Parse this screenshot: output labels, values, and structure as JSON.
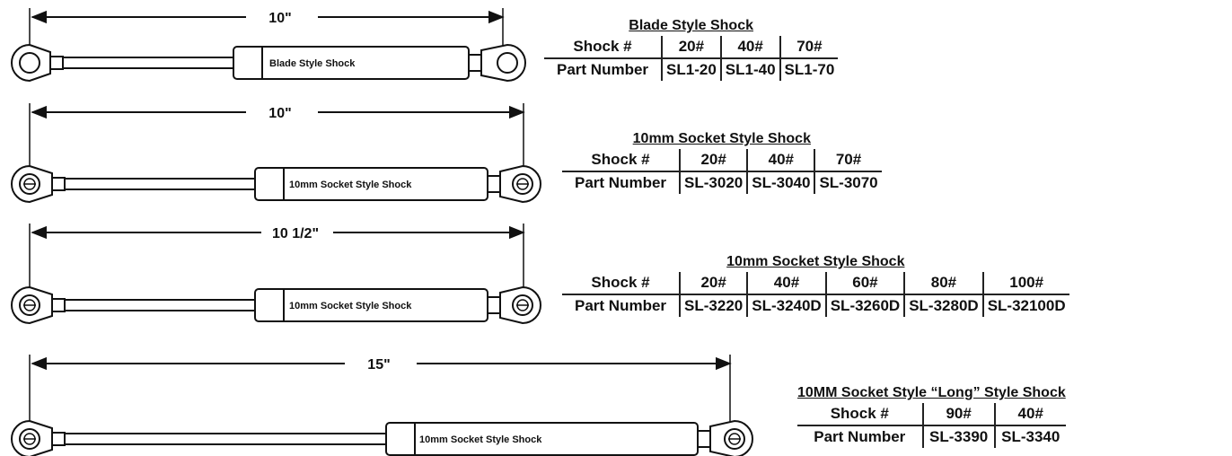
{
  "shocks": [
    {
      "dimension": "10\"",
      "body_label": "Blade Style Shock",
      "end_style": "blade",
      "table": {
        "title": "Blade Style Shock",
        "row_label_shock": "Shock #",
        "row_label_part": "Part Number",
        "columns": [
          {
            "shock": "20#",
            "part": "SL1-20"
          },
          {
            "shock": "40#",
            "part": "SL1-40"
          },
          {
            "shock": "70#",
            "part": "SL1-70"
          }
        ]
      }
    },
    {
      "dimension": "10\"",
      "body_label": "10mm Socket Style Shock",
      "end_style": "socket",
      "table": {
        "title": "10mm Socket Style Shock",
        "row_label_shock": "Shock #",
        "row_label_part": "Part Number",
        "columns": [
          {
            "shock": "20#",
            "part": "SL-3020"
          },
          {
            "shock": "40#",
            "part": "SL-3040"
          },
          {
            "shock": "70#",
            "part": "SL-3070"
          }
        ]
      }
    },
    {
      "dimension": "10 1/2\"",
      "body_label": "10mm Socket Style Shock",
      "end_style": "socket",
      "table": {
        "title": "10mm Socket Style Shock",
        "row_label_shock": "Shock #",
        "row_label_part": "Part Number",
        "columns": [
          {
            "shock": "20#",
            "part": "SL-3220"
          },
          {
            "shock": "40#",
            "part": "SL-3240D"
          },
          {
            "shock": "60#",
            "part": "SL-3260D"
          },
          {
            "shock": "80#",
            "part": "SL-3280D"
          },
          {
            "shock": "100#",
            "part": "SL-32100D"
          }
        ]
      }
    },
    {
      "dimension": "15\"",
      "body_label": "10mm Socket Style Shock",
      "end_style": "socket",
      "table": {
        "title": "10MM Socket Style “Long” Style Shock",
        "row_label_shock": "Shock #",
        "row_label_part": "Part Number",
        "columns": [
          {
            "shock": "90#",
            "part": "SL-3390"
          },
          {
            "shock": "40#",
            "part": "SL-3340"
          }
        ]
      }
    }
  ]
}
